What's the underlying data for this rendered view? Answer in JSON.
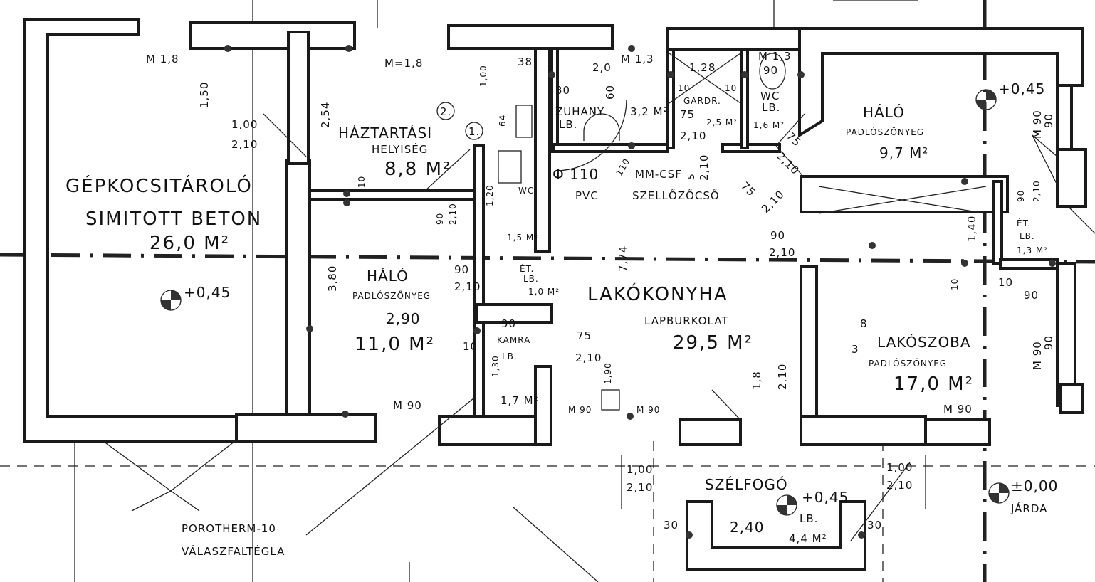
{
  "rooms": {
    "garage": {
      "name": "GÉPKOCSITÁROLÓ",
      "floor": "SIMITOTT BETON",
      "area": "26,0 M²"
    },
    "utility": {
      "name": "HÁZTARTÁSI",
      "name2": "HELYISÉG",
      "area": "8,8 M²"
    },
    "bedroom1": {
      "name": "HÁLÓ",
      "floor": "PADLÓSZŐNYEG",
      "area": "11,0 M²"
    },
    "shower": {
      "name": "ZUHANY",
      "floor": "LB.",
      "area": "3,2 M²"
    },
    "wardrobe": {
      "name": "GARDR.",
      "area": "2,5 M²"
    },
    "wc1": {
      "name": "WC",
      "floor": "LB.",
      "area": "1,6 M²"
    },
    "wc2": {
      "name": "WC",
      "area": "1,5 M²"
    },
    "closet1": {
      "name": "ÉT.",
      "floor": "LB.",
      "area": "1,0 M²"
    },
    "pantry": {
      "name": "KAMRA",
      "floor": "LB.",
      "area": "1,7 M²"
    },
    "living_kitchen": {
      "name": "LAKÓKONYHA",
      "floor": "LAPBURKOLAT",
      "area": "29,5 M²"
    },
    "bedroom2": {
      "name": "HÁLÓ",
      "floor": "PADLÓSZŐNYEG",
      "area": "9,7 M²"
    },
    "closet2": {
      "name": "ÉT.",
      "floor": "LB.",
      "area": "1,3 M²"
    },
    "living_room": {
      "name": "LAKÓSZOBA",
      "floor": "PADLÓSZŐNYEG",
      "area": "17,0 M²"
    },
    "porch": {
      "name": "SZÉLFOGÓ",
      "floor": "LB.",
      "area": "4,4 M²",
      "width": "2,40"
    }
  },
  "annotations": {
    "pipe": "Φ 110",
    "pvc": "PVC",
    "vent_type": "MM-CSF",
    "vent": "SZELLŐZŐCSŐ",
    "partition1": "POROTHERM-10",
    "partition2": "VÁLASZFALTÉGLA",
    "walkway": "JÁRDA",
    "circle1": "1.",
    "circle2": "2."
  },
  "levels": {
    "garage": "+0,45",
    "bedroom2": "+0,45",
    "porch": "+0,45",
    "ground": "±0,00"
  },
  "dimensions": {
    "m18a": "M 1,8",
    "m18b": "M=1,8",
    "m13a": "M 1,3",
    "m13b": "M 1,3",
    "d150": "1,50",
    "d100a": "1,00",
    "d210a": "2,10",
    "d254": "2,54",
    "d100b": "1,00",
    "d38": "38",
    "d64": "64",
    "d10a": "10",
    "d90a": "90",
    "d210b": "2,10",
    "d120": "1,20",
    "d90b": "90",
    "d210c": "2,10",
    "d380": "3,80",
    "d290": "2,90",
    "d10b": "10",
    "d210g": "2,10",
    "d75c": "75",
    "d60": "60",
    "d30a": "30",
    "d20": "2,0",
    "d128": "1,28",
    "d10c": "10",
    "d10d": "10",
    "d75a": "75",
    "d210d": "2,10",
    "d90w": "90",
    "d75b": "75",
    "d210e": "2,10",
    "d110": "110",
    "d75d": "75",
    "d210f": "2,10",
    "d90c": "90",
    "d210h": "2,10",
    "d140": "1,40",
    "d10e": "10",
    "d90d": "90",
    "d210i": "2,10",
    "d90e": "90",
    "d10f": "10",
    "d90f": "90",
    "d90g": "90",
    "d8": "8",
    "d3": "3",
    "d774": "7,74",
    "d18": "1,8",
    "d210j": "2,10",
    "d130": "1,30",
    "d90h": "90",
    "d210k": "2,10",
    "d190": "1,90",
    "m90a": "M 90",
    "m90b": "M 90",
    "m90c": "M 90",
    "m90d": "M 90",
    "m90e": "M 90",
    "m90f": "M 90",
    "d100c": "1,00",
    "d210l": "2,10",
    "d100d": "1,00",
    "d210m": "2,10",
    "d30b": "30",
    "d30c": "30",
    "d5": "5"
  }
}
